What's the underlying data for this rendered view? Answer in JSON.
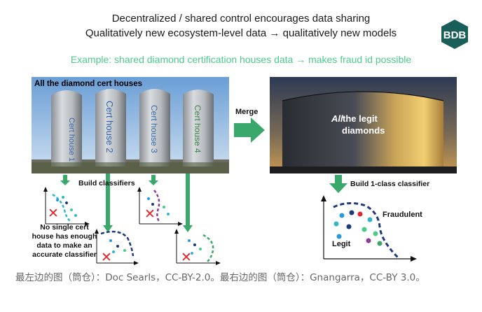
{
  "header": {
    "line1": "Decentralized / shared control encourages data sharing",
    "line2": "Qualitatively new ecosystem-level data → qualitatively new models",
    "example": "Example: shared diamond certification houses data → makes fraud id possible"
  },
  "logo": {
    "text": "BDB",
    "color": "#1a5e5a"
  },
  "left_photo": {
    "title": "All the diamond cert houses",
    "silos": [
      "Cert house 1",
      "Cert house 2",
      "Cert house 3",
      "Cert house 4"
    ]
  },
  "merge": {
    "label": "Merge",
    "arrow_color": "#3aa86b"
  },
  "right_photo": {
    "line1": "All",
    "line2": " the legit",
    "line3": "diamonds"
  },
  "left_diagram": {
    "build_label": "Build classifiers",
    "note": [
      "No single cert",
      "house has enough",
      "data to make an",
      "accurate classifier"
    ]
  },
  "right_diagram": {
    "build_label": "Build 1-class classifier",
    "fraudulent": "Fraudulent",
    "legit": "Legit"
  },
  "caption": "最左边的图（筒仓）：Doc Searls，CC-BY-2.0。最右边的图（筒仓）：Gnangarra，CC-BY 3.0。",
  "colors": {
    "accent_green": "#4cc98c",
    "arrow_green": "#3aa86b",
    "cross_red": "#e0262b"
  }
}
